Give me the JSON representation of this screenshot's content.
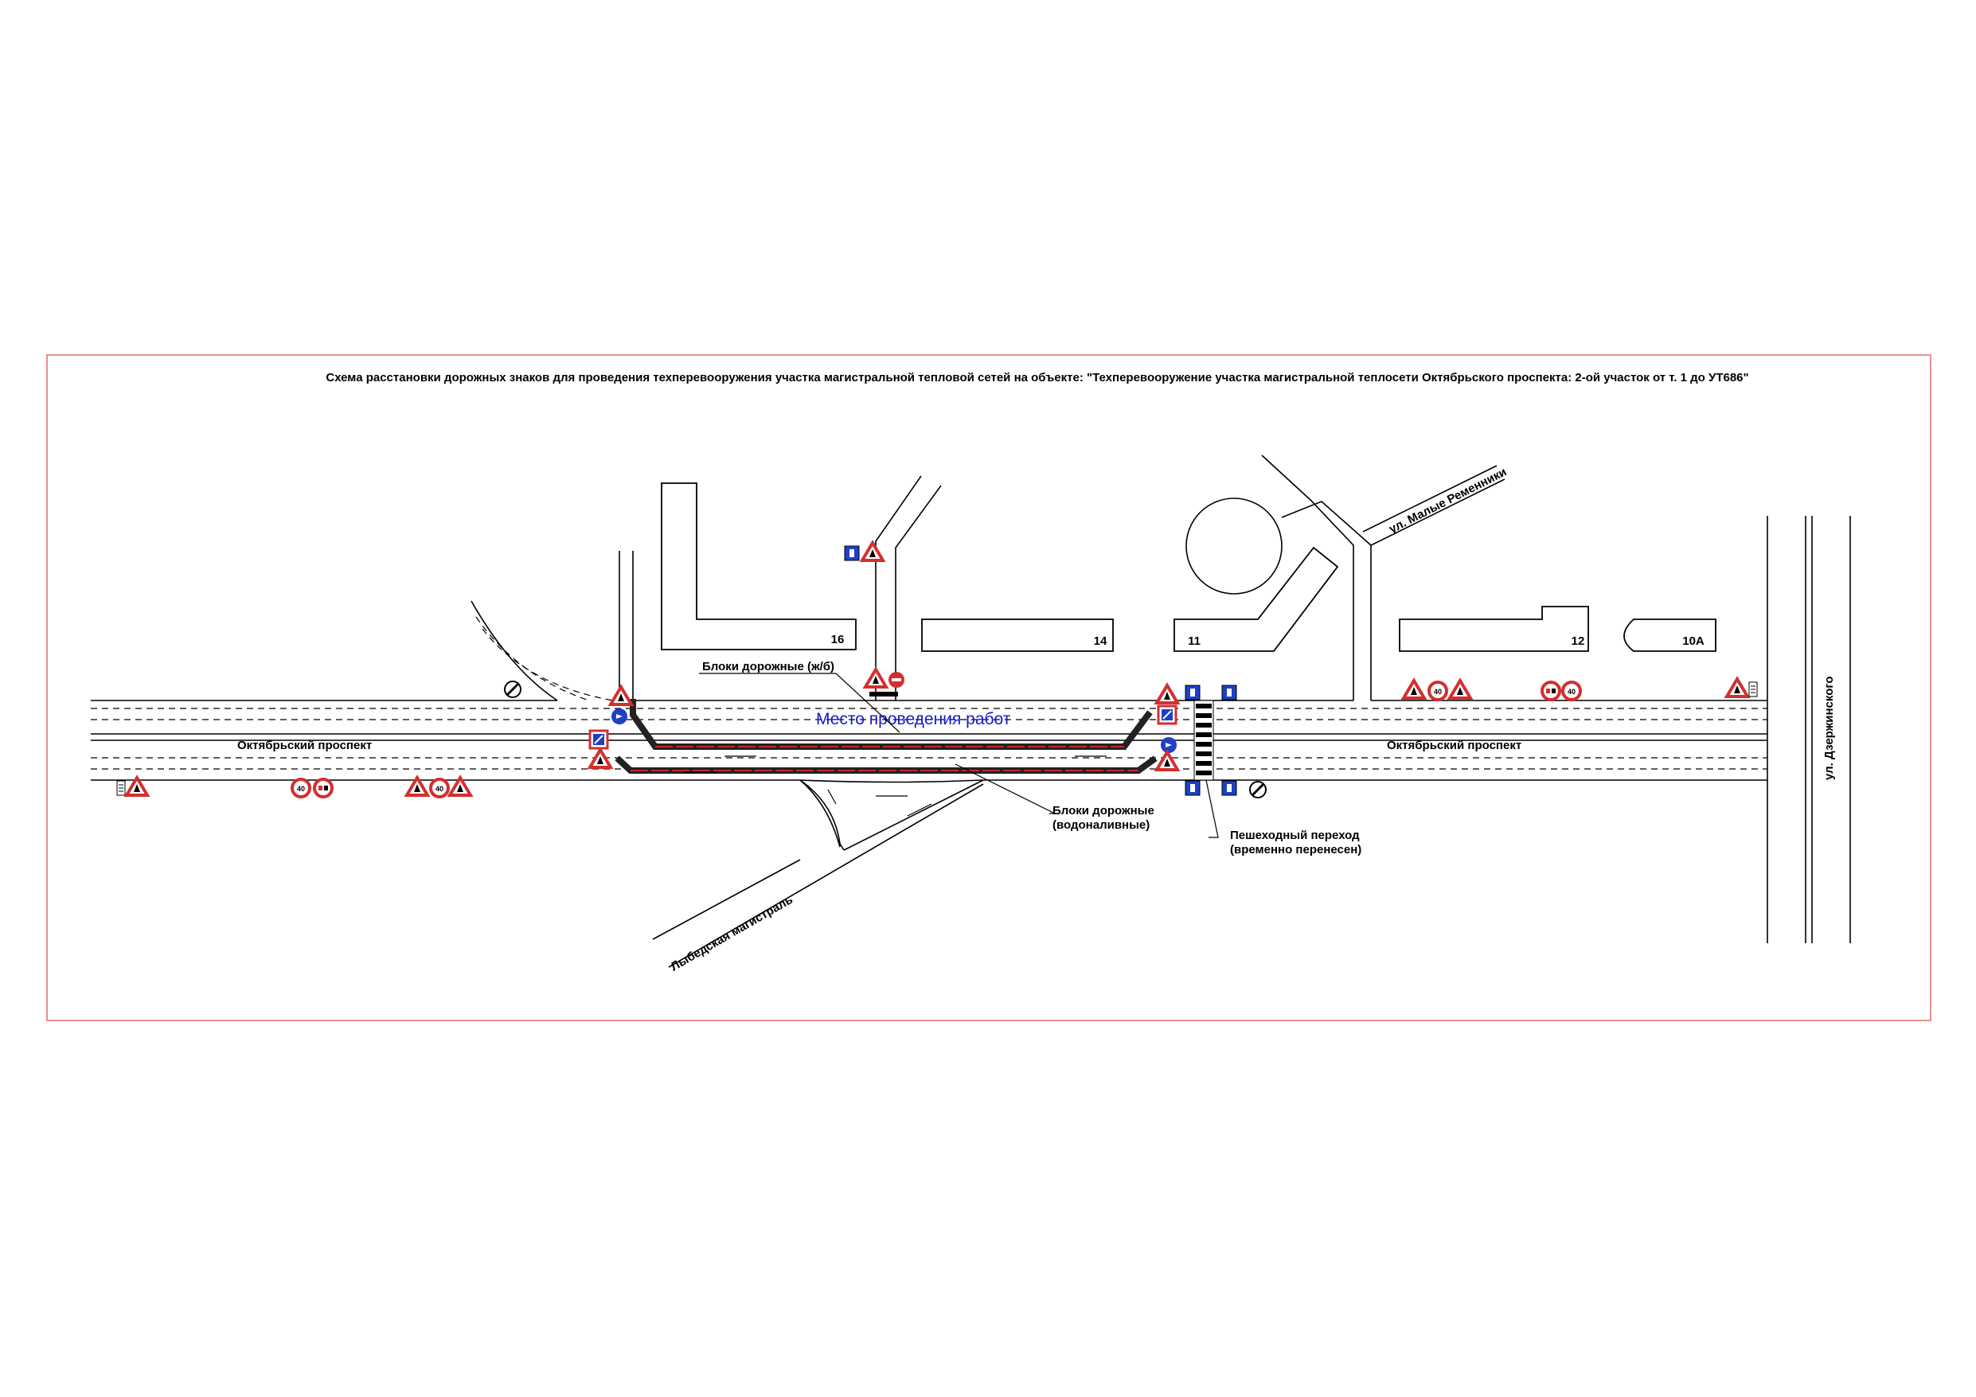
{
  "title": "Схема расстановки дорожных знаков для проведения техперевооружения участка магистральной тепловой сетей  на объекте: \"Техперевооружение участка  магистральной теплосети Октябрьского проспекта: 2-ой участок от т. 1 до УТ686\"",
  "work_zone": "Место проведения работ",
  "streets": {
    "main_left": "Октябрьский проспект",
    "main_right": "Октябрьский проспект",
    "maly": "ул. Малые Ременники",
    "lybed": "Лыбедская магистраль",
    "dzerzh": "ул. Дзержинского"
  },
  "buildings": [
    "16",
    "14",
    "11",
    "12",
    "10А"
  ],
  "notes": {
    "rc_blocks": "Блоки дорожные (ж/б)",
    "water_blocks_1": "Блоки дорожные",
    "water_blocks_2": "(водоналивные)",
    "crossing_1": "Пешеходный переход",
    "crossing_2": "(временно перенесен)"
  },
  "colors": {
    "frame": "#e57373",
    "work_text": "#1a1acc",
    "sign_red": "#d32f2f",
    "sign_blue": "#1e40c8"
  },
  "icons": [
    "warning-triangle-icon",
    "prohibition-sign-icon",
    "mandatory-blue-sign-icon",
    "no-entry-icon",
    "road-works-icon",
    "pedestrian-crossing-icon"
  ]
}
